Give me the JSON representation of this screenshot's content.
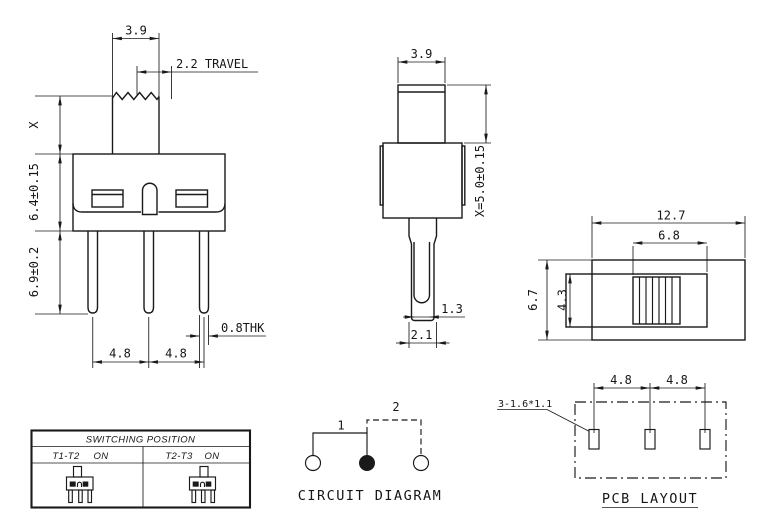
{
  "colors": {
    "ink": "#1a1a1a",
    "background": "#ffffff"
  },
  "front_view": {
    "knob_width": "3.9",
    "travel": "2.2 TRAVEL",
    "stem_height": "X",
    "body_height": "6.4±0.15",
    "pin_length": "6.9±0.2",
    "pin_thickness": "0.8THK",
    "pitch_left": "4.8",
    "pitch_right": "4.8"
  },
  "side_view": {
    "knob_width": "3.9",
    "overall_height": "X=5.0±0.15",
    "slot_width": "1.3",
    "pin_width": "2.1"
  },
  "top_view": {
    "body_width": "12.7",
    "slot_width": "6.8",
    "body_depth": "6.7",
    "slot_depth": "4.3"
  },
  "switching_table": {
    "title": "SWITCHING POSITION",
    "pos1_label": "T1-T2",
    "pos1_state": "ON",
    "pos2_label": "T2-T3",
    "pos2_state": "ON"
  },
  "circuit_diagram": {
    "terminal1": "1",
    "terminal2": "2",
    "caption": "CIRCUIT DIAGRAM"
  },
  "pcb_layout": {
    "pitch_left": "4.8",
    "pitch_right": "4.8",
    "hole_note": "3-1.6*1.1",
    "caption": "PCB LAYOUT"
  }
}
